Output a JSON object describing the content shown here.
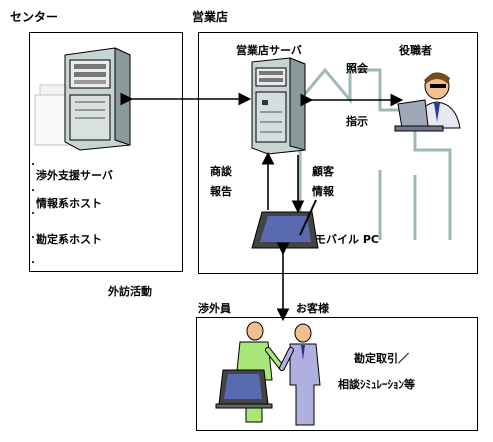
{
  "center": {
    "title": "センター",
    "items": [
      "渉外支援サーバ",
      "情報系ホスト",
      "勘定系ホスト"
    ]
  },
  "branch": {
    "title": "営業店",
    "server_label": "営業店サーバ",
    "inquiry_label": "照会",
    "instruction_label": "指示",
    "executive_label": "役職者",
    "business_label": "商談",
    "report_label": "報告",
    "customer_label": "顧客",
    "info_label": "情報",
    "mobile_pc_label": "モバイル PC"
  },
  "field": {
    "activity_label": "外訪活動",
    "staff_label": "渉外員",
    "customer_label": "お客様",
    "service_line1": "勘定取引／",
    "service_line2": "相談ｼﾐｭﾚｰｼｮﾝ等"
  },
  "colors": {
    "server_body": "#c8d4d4",
    "server_shadow": "#8a9a9a",
    "staff_green": "#a8e878",
    "customer_suit": "#b0b0e0",
    "screen_blue": "#5a6ab0",
    "building_outline": "#9fb9b9"
  },
  "icons": [
    "center-server-icon",
    "branch-server-icon",
    "executive-person-icon",
    "mobile-pc-icon",
    "field-staff-icon",
    "customer-person-icon",
    "field-pc-icon"
  ]
}
